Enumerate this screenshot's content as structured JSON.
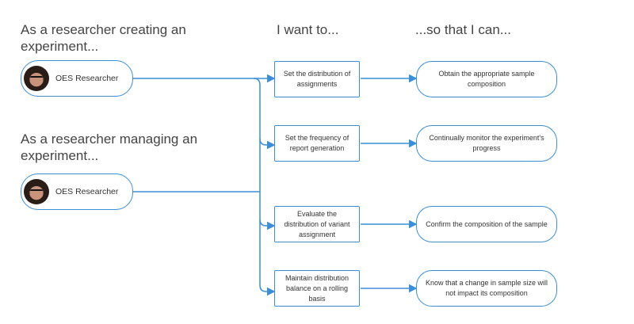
{
  "headings": {
    "persona_create": "As a researcher creating an experiment...",
    "persona_manage": "As a researcher managing an experiment...",
    "want": "I want to...",
    "so_that": "...so that I can..."
  },
  "personas": [
    {
      "label": "OES Researcher",
      "avatar_icon": "researcher-avatar-icon"
    },
    {
      "label": "OES Researcher",
      "avatar_icon": "researcher-avatar-icon"
    }
  ],
  "wants": [
    "Set the distribution of assignments",
    "Set the frequency of report generation",
    "Evaluate the distribution of variant assignment",
    "Maintain distribution balance on a rolling basis"
  ],
  "outcomes": [
    "Obtain the appropriate sample composition",
    "Continually monitor the experiment's progress",
    "Confirm the composition of the sample",
    "Know that a change in sample size will not impact its composition"
  ],
  "colors": {
    "connector": "#3b8fd9",
    "border": "#3b8fd9"
  }
}
